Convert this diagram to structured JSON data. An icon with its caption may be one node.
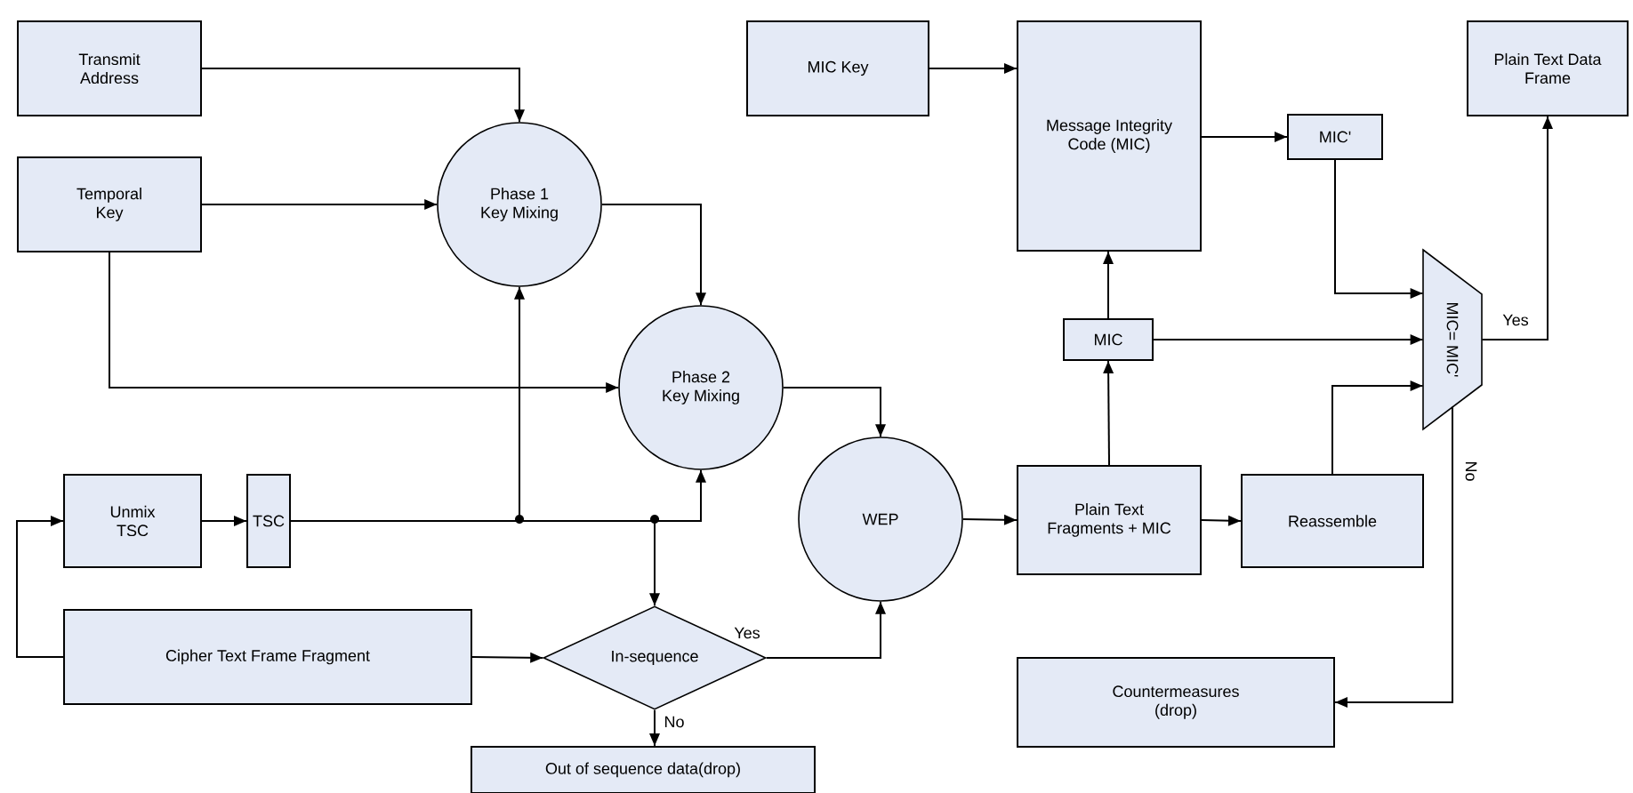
{
  "diagram": {
    "nodes": [
      {
        "text": [
          "Transmit Address"
        ]
      },
      {
        "text": [
          "Temporal Key"
        ]
      },
      {
        "text": [
          "Phase 1 Key Mixing"
        ]
      },
      {
        "text": [
          "MIC Key"
        ]
      },
      {
        "text": [
          "Message Integrity Code (MIC)"
        ]
      },
      {
        "text": [
          "Plain Text Data Frame"
        ]
      },
      {
        "text": [
          "MIC'"
        ]
      },
      {
        "text": [
          "Phase 2 Key Mixing"
        ]
      },
      {
        "text": [
          "MIC"
        ]
      },
      {
        "text": [
          "MIC= MIC'"
        ]
      },
      {
        "text": [
          "Unmix TSC"
        ]
      },
      {
        "text": [
          "TSC"
        ]
      },
      {
        "text": [
          "WEP"
        ]
      },
      {
        "text": [
          "Plain Text Fragments + MIC"
        ]
      },
      {
        "text": [
          "Reassemble"
        ]
      },
      {
        "text": [
          "Cipher Text Frame Fragment"
        ]
      },
      {
        "text": [
          "In-sequence"
        ]
      },
      {
        "text": [
          "Countermeasures (drop)"
        ]
      },
      {
        "text": [
          "Out of sequence data(drop)"
        ]
      }
    ],
    "edges": [
      {
        "from": 0,
        "to": 2,
        "arrow": "to"
      },
      {
        "from": 1,
        "to": 2,
        "arrow": "to"
      },
      {
        "from": 1,
        "to": 7,
        "arrow": "to"
      },
      {
        "from": 2,
        "to": 7,
        "arrow": "to"
      },
      {
        "from": 3,
        "to": 4,
        "arrow": "to"
      },
      {
        "from": 4,
        "to": 6,
        "arrow": "to"
      },
      {
        "from": 6,
        "to": 9,
        "arrow": "to"
      },
      {
        "from": 8,
        "to": 4,
        "arrow": "to"
      },
      {
        "from": 8,
        "to": 9,
        "arrow": "to"
      },
      {
        "from": 13,
        "to": 8,
        "arrow": "to"
      },
      {
        "from": 14,
        "to": 9,
        "arrow": "to"
      },
      {
        "from": 9,
        "to": 5,
        "arrow": "to",
        "label": "Yes"
      },
      {
        "from": 9,
        "to": 17,
        "arrow": "to",
        "label": "No"
      },
      {
        "from": 7,
        "to": 12,
        "arrow": "to"
      },
      {
        "from": 12,
        "to": 13,
        "arrow": "to"
      },
      {
        "from": 13,
        "to": 14,
        "arrow": "to"
      },
      {
        "from": 15,
        "to": 10,
        "arrow": "to"
      },
      {
        "from": 10,
        "to": 11,
        "arrow": "to"
      },
      {
        "from": 11,
        "to": 2,
        "arrow": "to"
      },
      {
        "from": 11,
        "to": 7,
        "arrow": "to"
      },
      {
        "from": 11,
        "to": 16,
        "arrow": "to"
      },
      {
        "from": 15,
        "to": 16,
        "arrow": "to"
      },
      {
        "from": 16,
        "to": 12,
        "arrow": "to",
        "label": "Yes"
      },
      {
        "from": 16,
        "to": 18,
        "arrow": "to",
        "label": "No"
      }
    ]
  }
}
